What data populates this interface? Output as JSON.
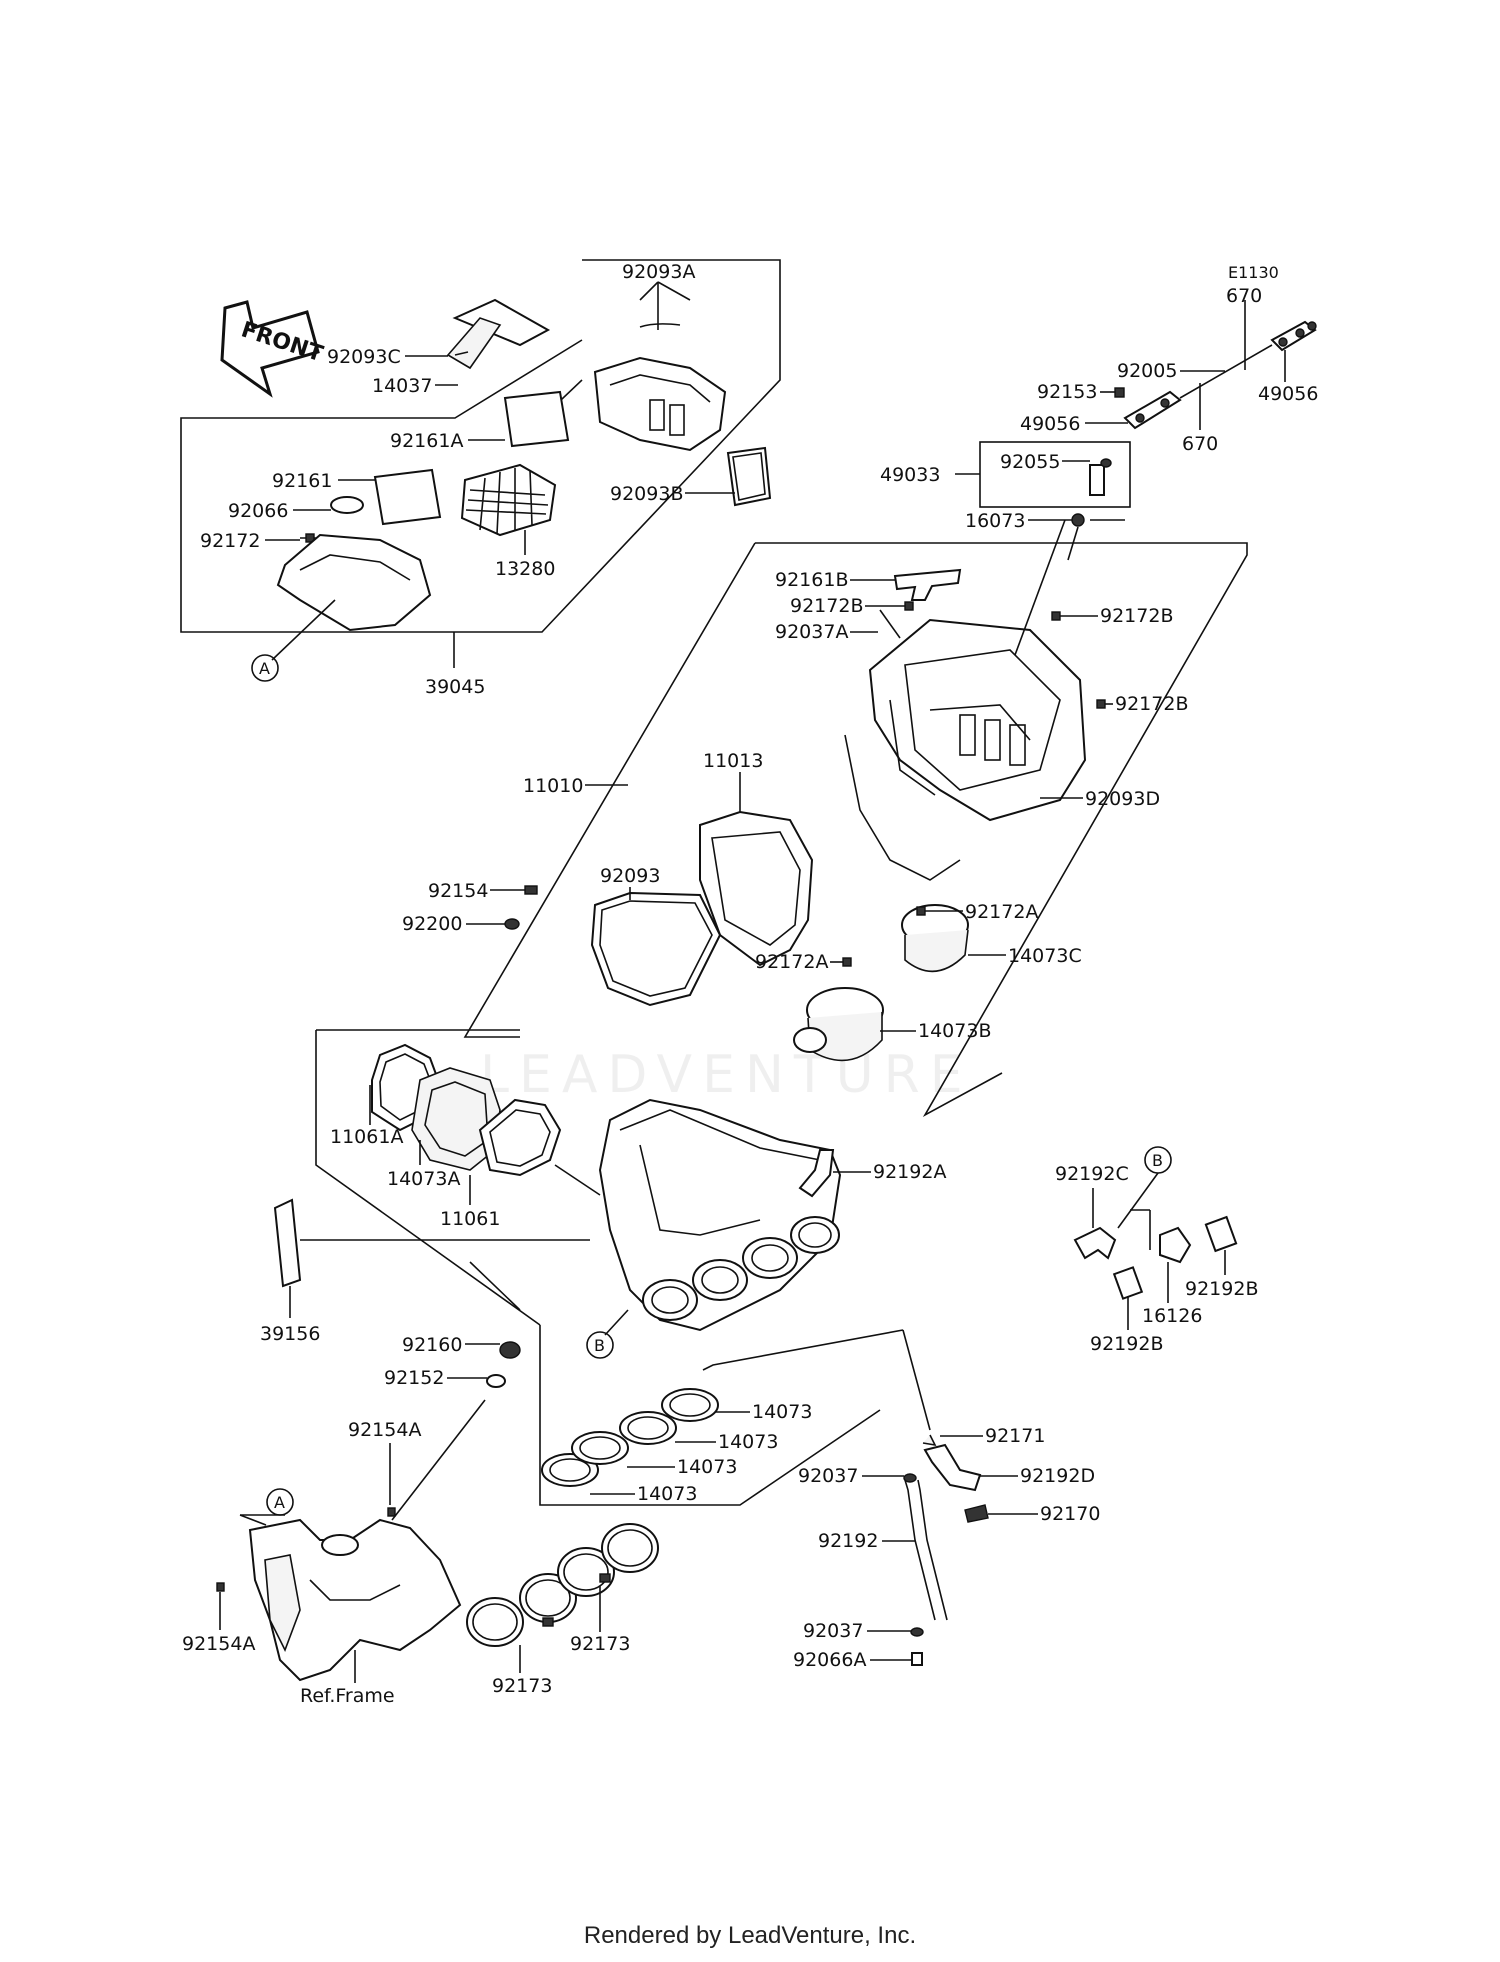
{
  "diagram": {
    "front_label": "FRONT",
    "revision": "E1130",
    "ref_frame": "Ref.Frame",
    "callouts": {
      "a_top": "A",
      "a_bottom": "A",
      "b_left": "B",
      "b_right": "B"
    },
    "parts": {
      "p92093A": "92093A",
      "p92093C": "92093C",
      "p14037": "14037",
      "p92161A": "92161A",
      "p92161": "92161",
      "p92066": "92066",
      "p92172": "92172",
      "p13280": "13280",
      "p92093B": "92093B",
      "p39045": "39045",
      "p670a": "670",
      "p670b": "670",
      "p92005": "92005",
      "p92153": "92153",
      "p49056a": "49056",
      "p49056b": "49056",
      "p49033": "49033",
      "p92055": "92055",
      "p16073": "16073",
      "p92161B": "92161B",
      "p92172Ba": "92172B",
      "p92172Bb": "92172B",
      "p92172Bc": "92172B",
      "p92037A": "92037A",
      "p92093D": "92093D",
      "p11010": "11010",
      "p11013": "11013",
      "p92093": "92093",
      "p92154": "92154",
      "p92200": "92200",
      "p92172Aa": "92172A",
      "p92172Ab": "92172A",
      "p14073C": "14073C",
      "p14073B": "14073B",
      "p11061A": "11061A",
      "p14073A": "14073A",
      "p11061": "11061",
      "p92192A": "92192A",
      "p92192C": "92192C",
      "p92192Ba": "92192B",
      "p92192Bb": "92192B",
      "p16126": "16126",
      "p39156": "39156",
      "p92160": "92160",
      "p92152": "92152",
      "p14073a": "14073",
      "p14073b": "14073",
      "p14073c": "14073",
      "p14073d": "14073",
      "p92171": "92171",
      "p92037a": "92037",
      "p92192D": "92192D",
      "p92170": "92170",
      "p92192": "92192",
      "p92037b": "92037",
      "p92066A": "92066A",
      "p92154Aa": "92154A",
      "p92154Ab": "92154A",
      "p92173a": "92173",
      "p92173b": "92173"
    }
  },
  "watermark": "LEADVENTURE",
  "footer": "Rendered by LeadVenture, Inc."
}
